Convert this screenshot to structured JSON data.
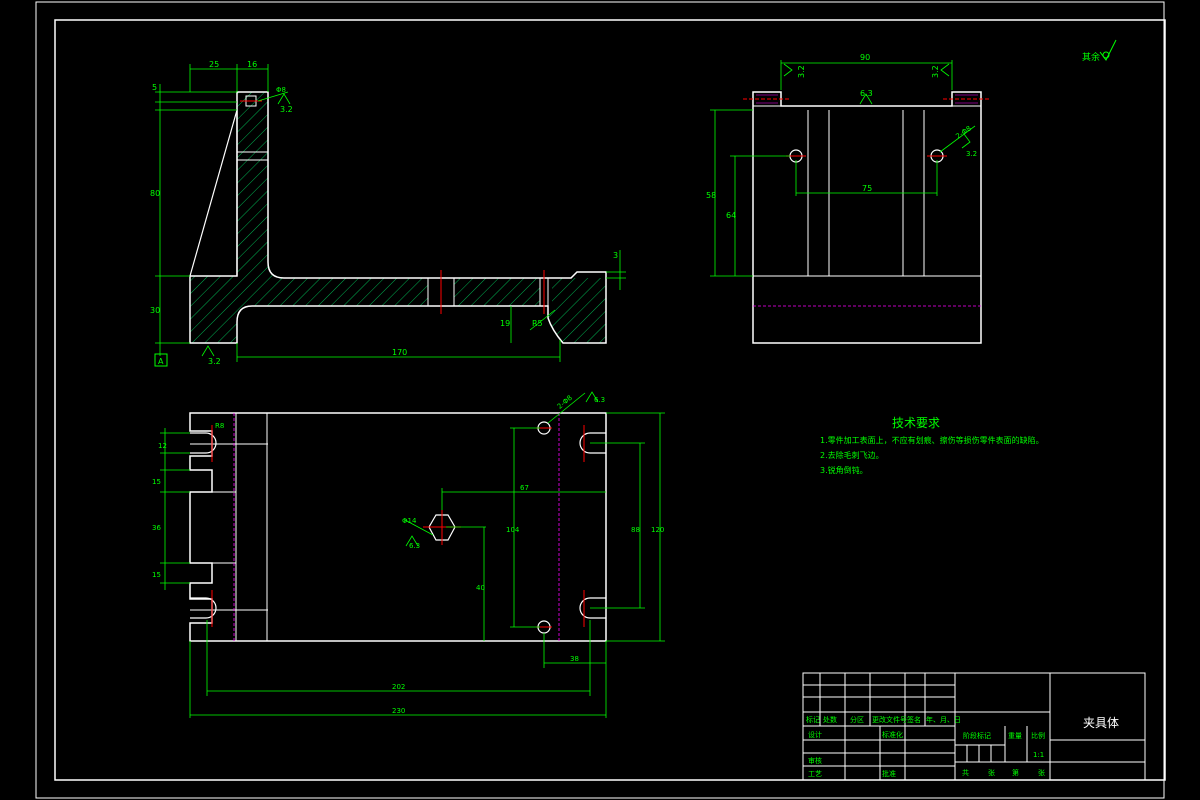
{
  "title_block": {
    "part_name": "夹具体",
    "scale_label": "比例",
    "scale_value": "1:1",
    "weight_label": "重量",
    "stage_label": "阶段标记",
    "row_labels": [
      "标记",
      "处数",
      "分区",
      "更改文件号",
      "签名",
      "年、月、日"
    ],
    "designer_label": "设计",
    "standard_label": "标准化",
    "review_label": "审核",
    "process_label": "工艺",
    "approve_label": "批准",
    "sheets_row": [
      "共",
      "张",
      "第",
      "张"
    ]
  },
  "tech_requirements": {
    "title": "技术要求",
    "items": [
      "1.零件加工表面上，不应有划痕、擦伤等损伤零件表面的缺陷。",
      "2.去除毛刺飞边。",
      "3.锐角倒钝。"
    ]
  },
  "roughness_corner": {
    "label": "其余"
  },
  "front_view": {
    "dims": {
      "top_25": "25",
      "top_16": "16",
      "height_5": "5",
      "height_80": "80",
      "height_30": "30",
      "length_170": "170",
      "d19": "19",
      "r5": "R5",
      "right_3": "3",
      "rough_32": "3.2",
      "hole_mark": "Φ8",
      "datum_a": "A"
    }
  },
  "side_view": {
    "dims": {
      "top_90": "90",
      "left_32": "3.2",
      "right_32": "3.2",
      "mid_63": "6.3",
      "width_75": "75",
      "h_58": "58",
      "h_64": "64",
      "hole_mark": "2-Φ8",
      "rough_32": "3.2"
    }
  },
  "top_view": {
    "dims": {
      "slot_r": "R8",
      "d12": "12",
      "d15a": "15",
      "d36": "36",
      "d15b": "15",
      "d67": "67",
      "d104": "104",
      "d88": "88",
      "d120": "120",
      "d40": "40",
      "d38": "38",
      "d202": "202",
      "d230": "230",
      "hole_small": "2-Φ8",
      "rough_63": "6.3",
      "hole_big": "Φ14",
      "rough_63b": "6.3"
    }
  }
}
